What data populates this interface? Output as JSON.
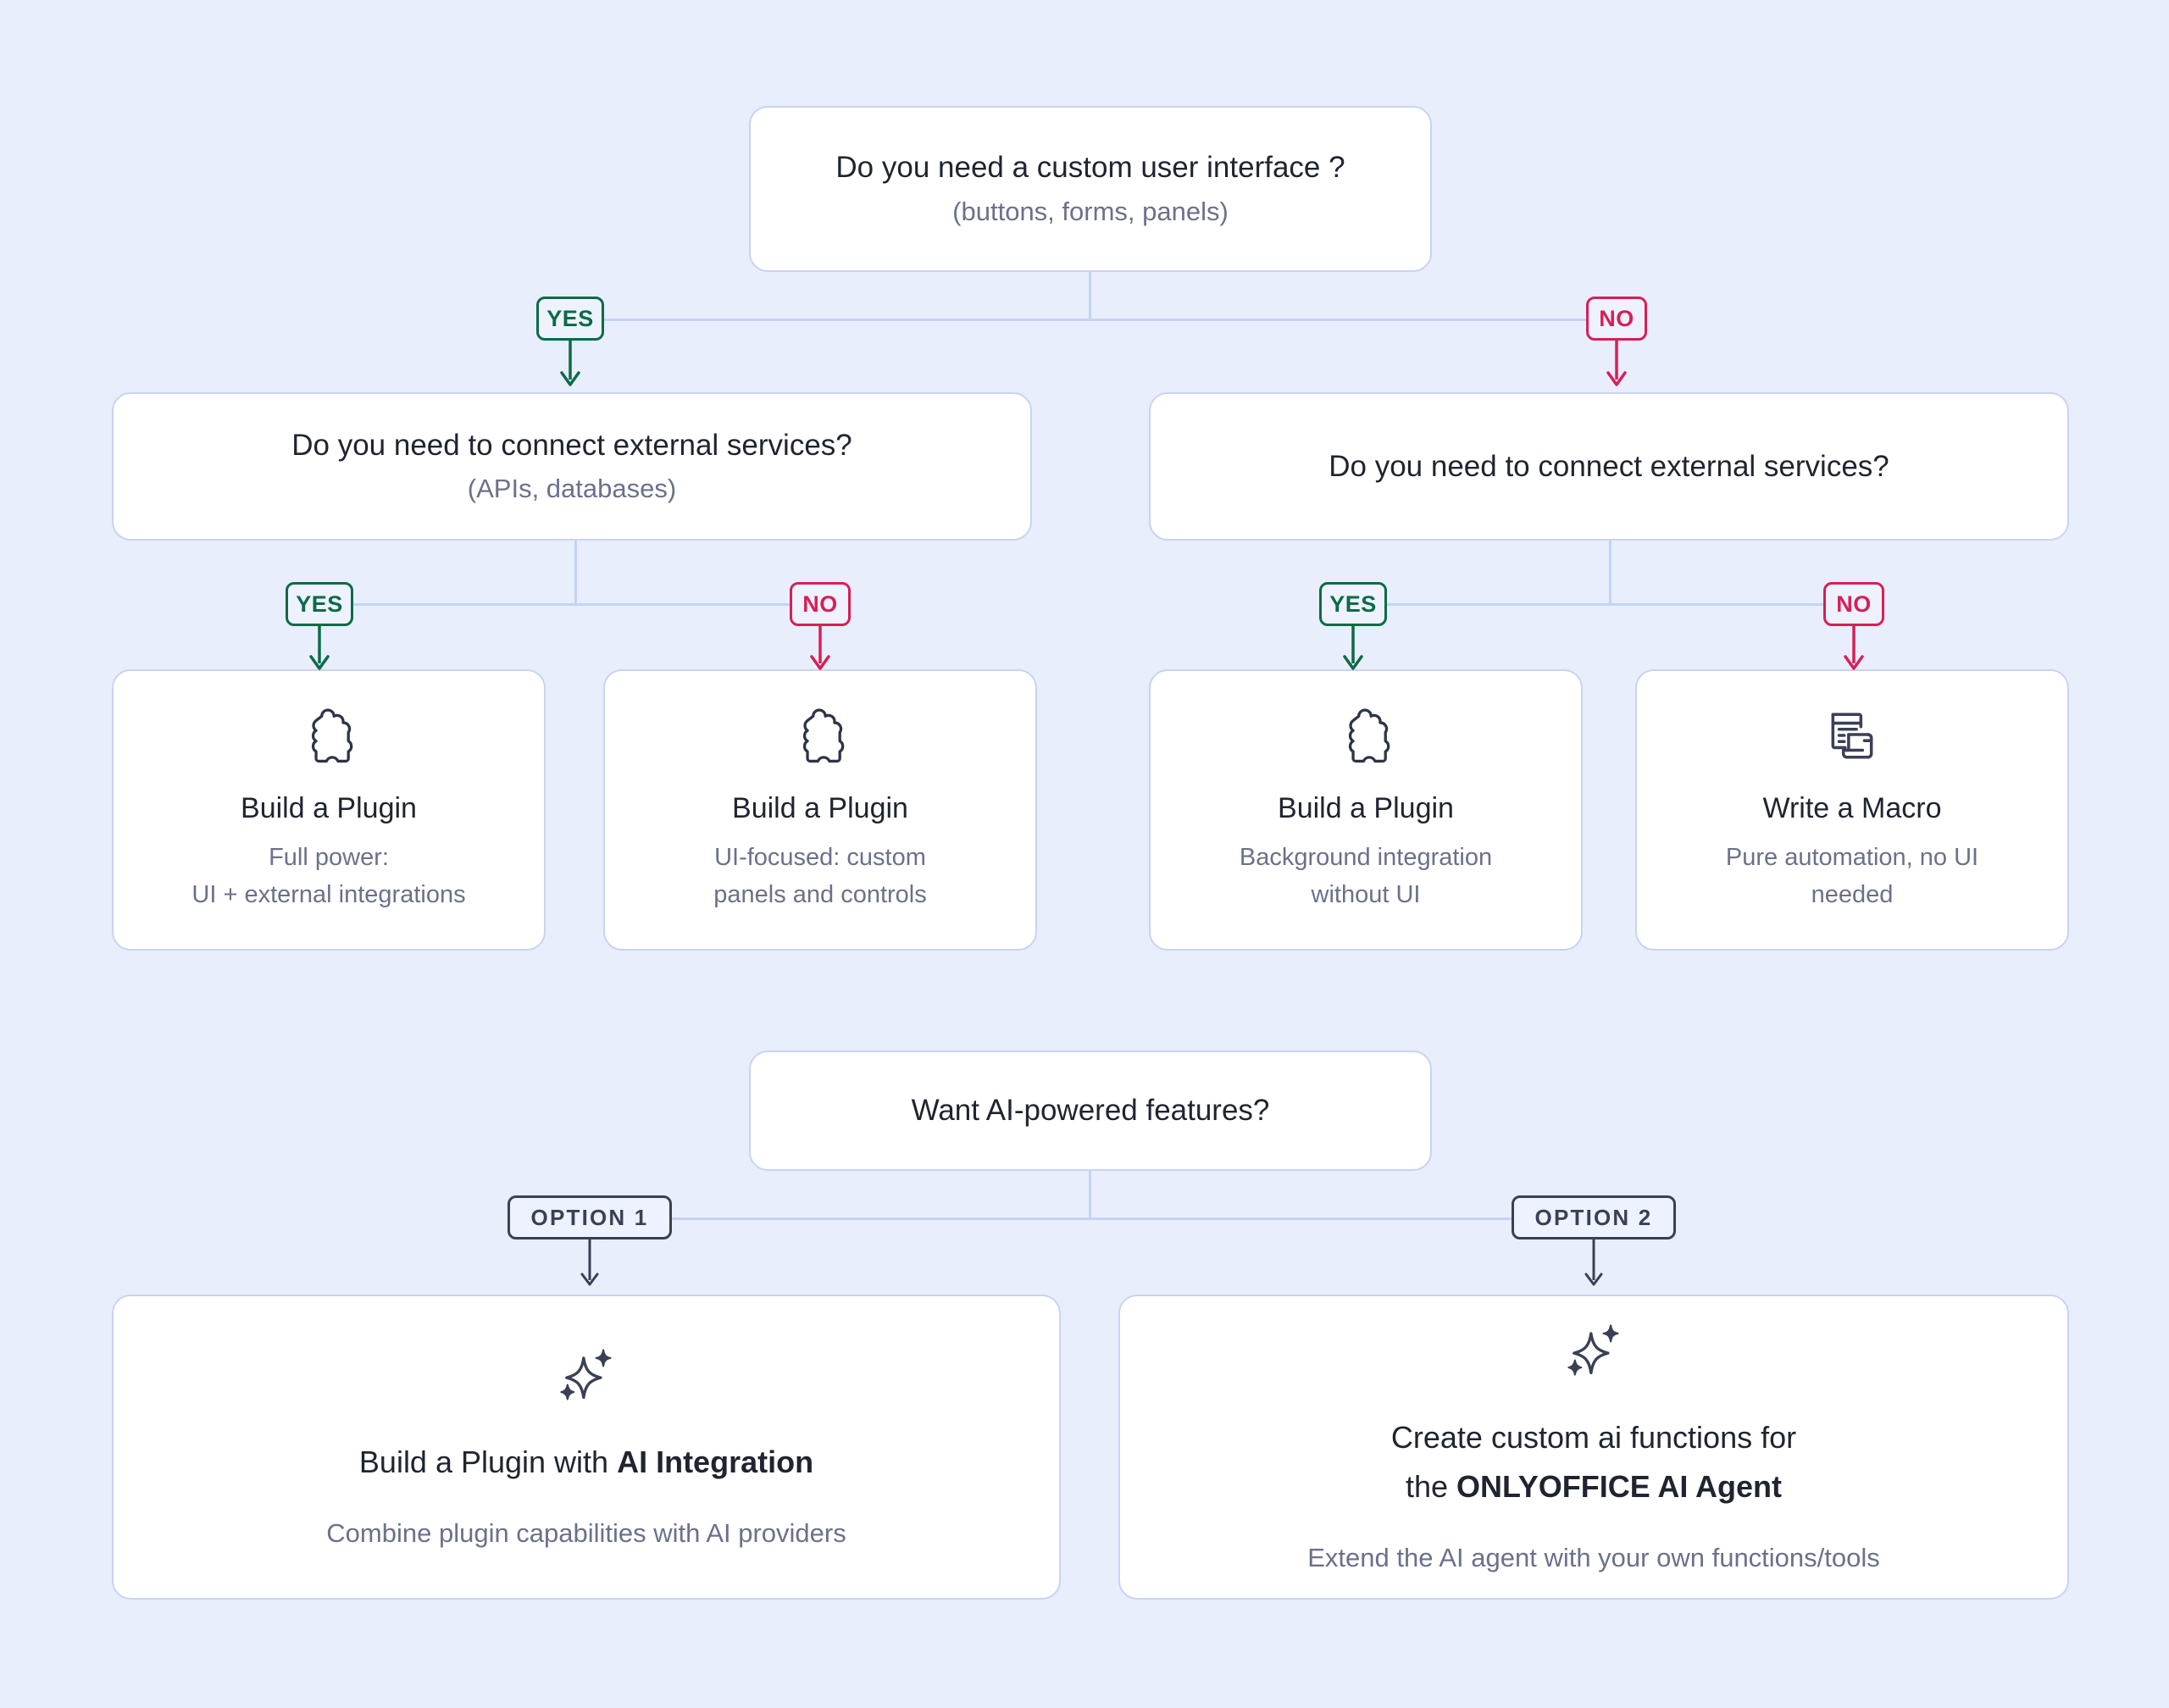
{
  "theme": {
    "background": "#e8eefc",
    "card_bg": "#ffffff",
    "card_border": "#c9d3f2",
    "connector": "#c3d3f7",
    "yes_color": "#0c6b46",
    "no_color": "#d81f55",
    "option_color": "#3a4055",
    "title_color": "#1f2430",
    "subtitle_color": "#6b718a"
  },
  "diagram": {
    "type": "decision-flowchart",
    "root": {
      "title": "Do you need a custom user interface ?",
      "subtitle": "(buttons, forms, panels)"
    },
    "branch_labels": {
      "yes": "YES",
      "no": "NO",
      "option1": "OPTION 1",
      "option2": "OPTION 2"
    },
    "level2": {
      "left": {
        "title": "Do you need to connect external services?",
        "subtitle": "(APIs, databases)"
      },
      "right": {
        "title": "Do you need to connect external services?",
        "subtitle": ""
      }
    },
    "leaves": [
      {
        "icon": "puzzle-piece-icon",
        "title": "Build a Plugin",
        "line1": "Full power:",
        "line2": "UI + external integrations"
      },
      {
        "icon": "puzzle-piece-icon",
        "title": "Build a Plugin",
        "line1": "UI-focused: custom",
        "line2": "panels and controls"
      },
      {
        "icon": "puzzle-piece-icon",
        "title": "Build a Plugin",
        "line1": "Background integration",
        "line2": "without UI"
      },
      {
        "icon": "macro-document-icon",
        "title": "Write a Macro",
        "line1": "Pure automation, no UI",
        "line2": "needed"
      }
    ],
    "ai_section": {
      "question": "Want AI-powered features?",
      "cards": [
        {
          "icon": "ai-sparkle-icon",
          "title_plain": "Build a Plugin with ",
          "title_bold": "AI Integration",
          "subtitle": "Combine plugin capabilities with AI providers"
        },
        {
          "icon": "ai-sparkle-icon",
          "title_line1": "Create custom ai functions for",
          "title_line2_plain": "the ",
          "title_line2_bold": "ONLYOFFICE AI Agent",
          "subtitle": "Extend the AI agent with your own functions/tools"
        }
      ]
    }
  }
}
